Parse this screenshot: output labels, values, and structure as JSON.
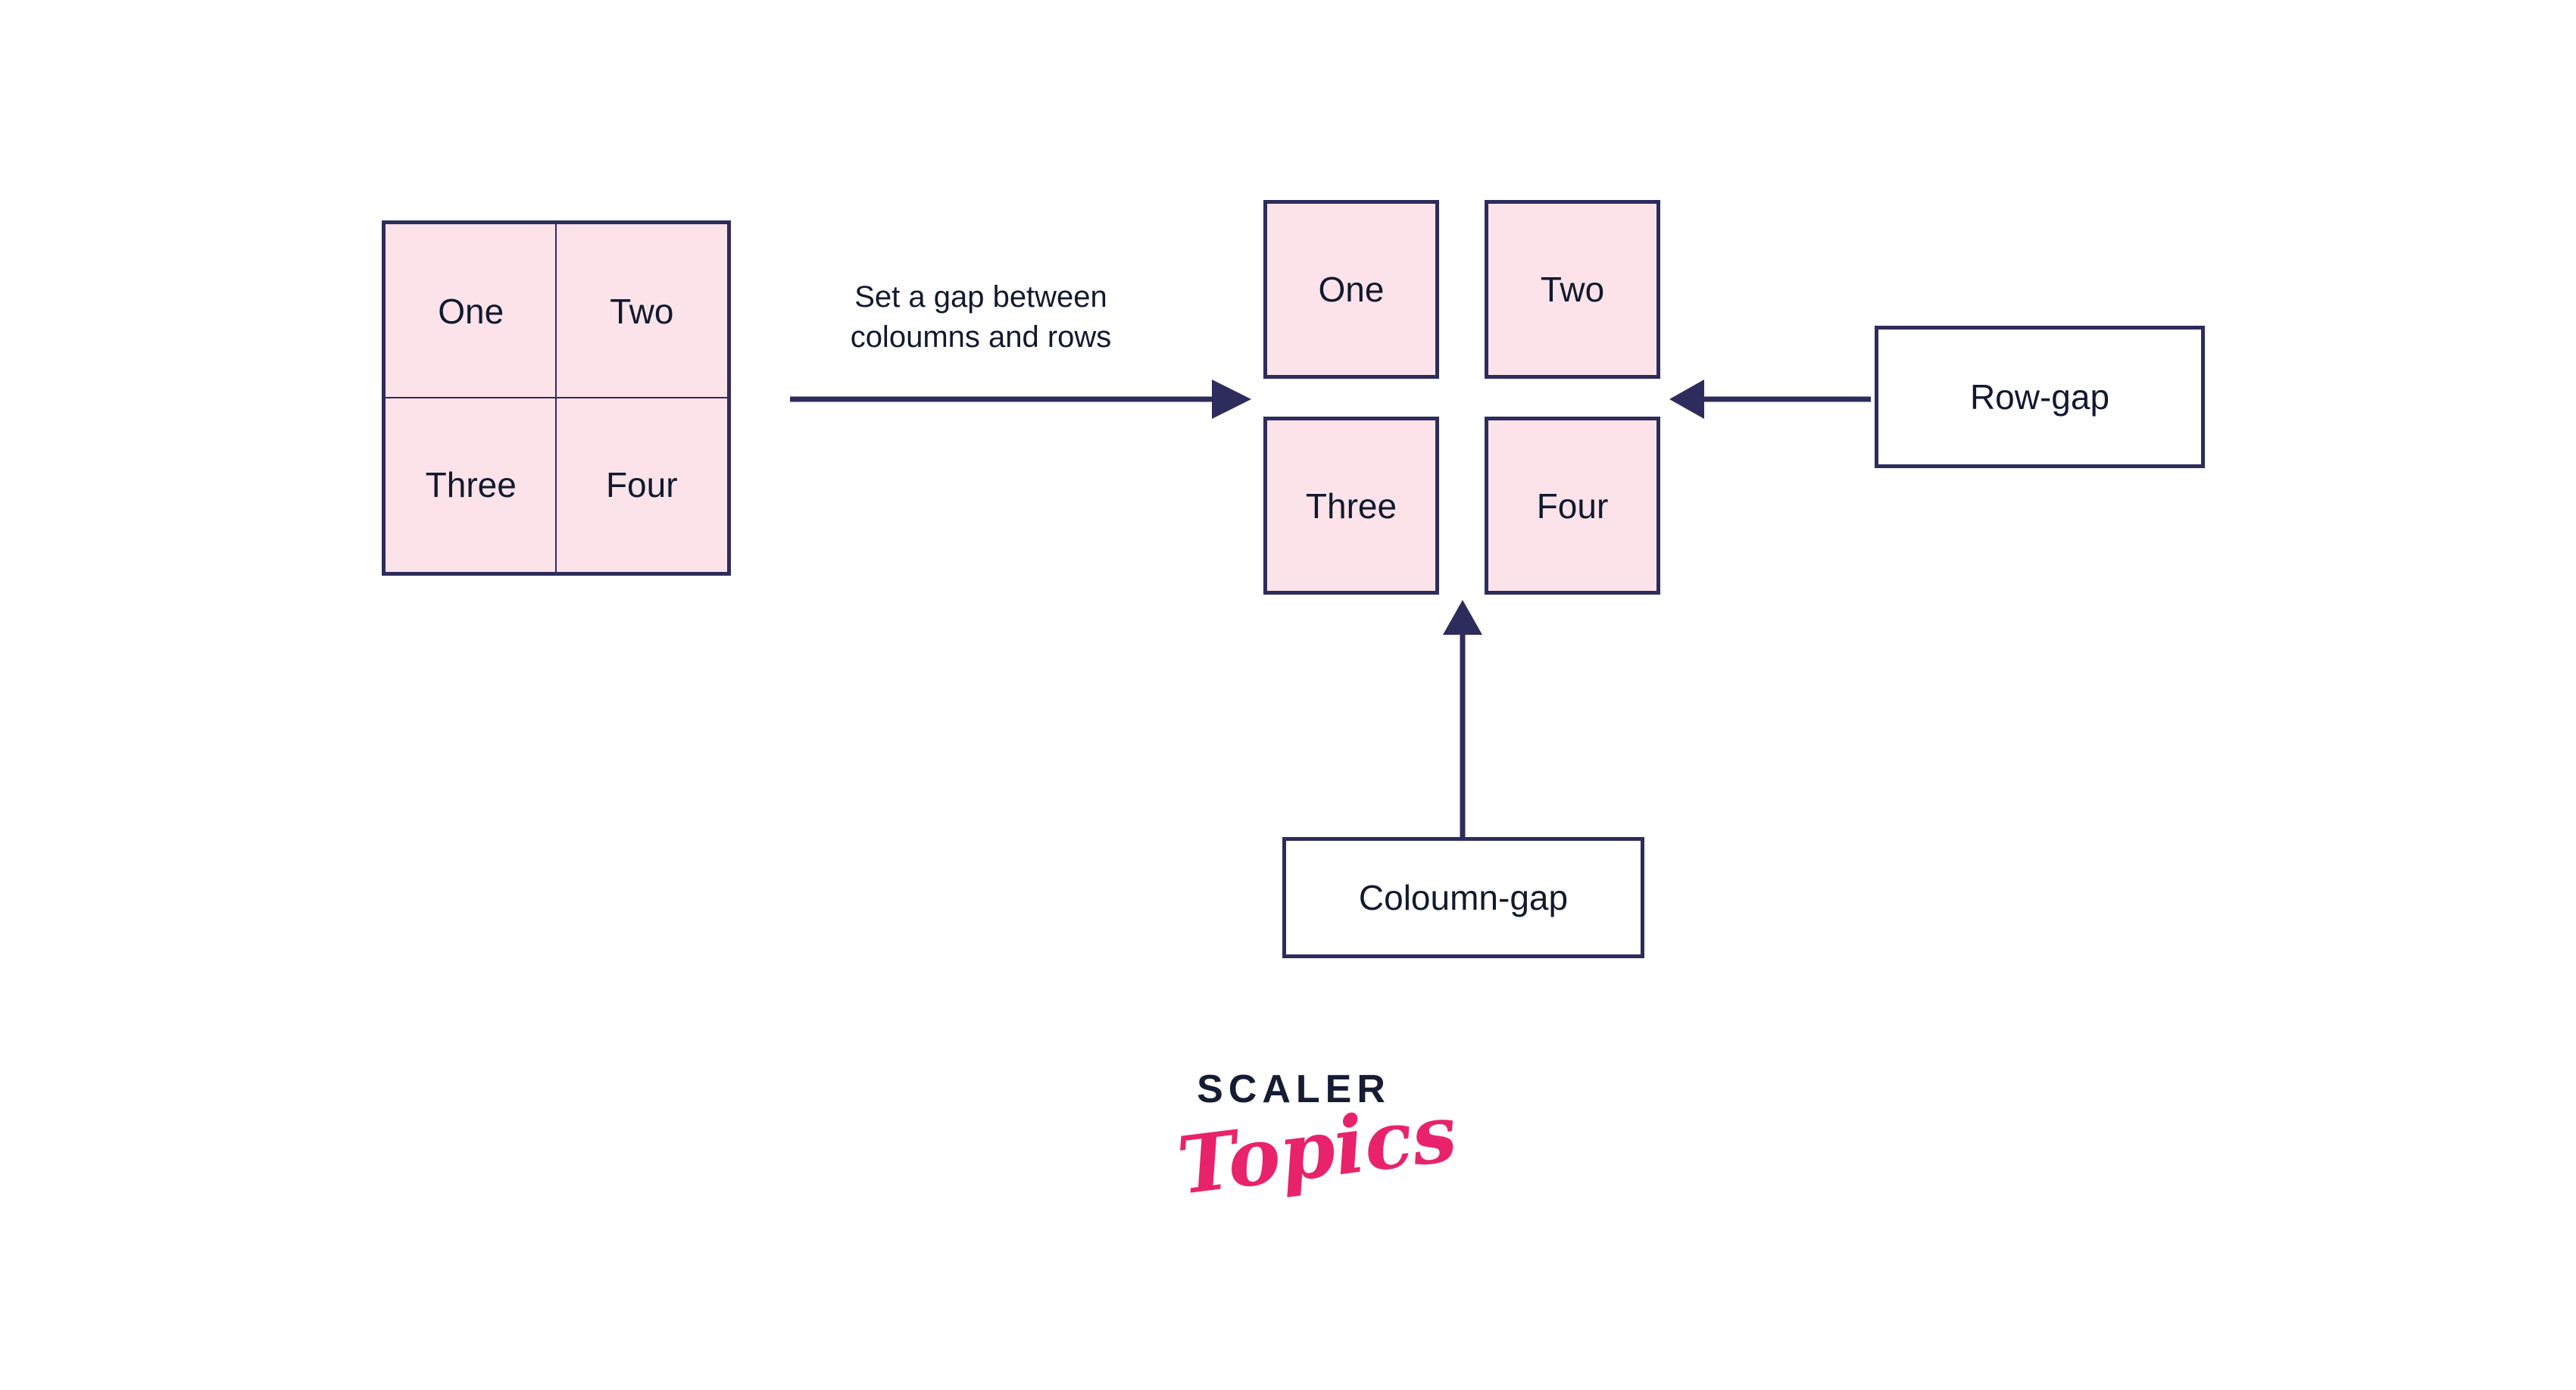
{
  "colors": {
    "stroke": "#2e2c5c",
    "cell_fill": "#fce3e9",
    "text": "#111a2e",
    "logo_dark": "#151c33",
    "logo_pink": "#e8236b",
    "page_background": "#ffffff"
  },
  "diagram": {
    "title_caption": "Set a gap between coloumns and rows",
    "caption_lines": [
      "Set a gap between",
      "coloumns and rows"
    ],
    "grid_no_gap": {
      "name": "grid-without-gap",
      "cells": [
        "One",
        "Two",
        "Three",
        "Four"
      ],
      "columns": 2,
      "rows": 2,
      "gap": "0"
    },
    "grid_with_gap": {
      "name": "grid-with-gap",
      "cells": [
        "One",
        "Two",
        "Three",
        "Four"
      ],
      "columns": 2,
      "rows": 2,
      "column_gap": "60px",
      "row_gap": "50px"
    },
    "annotations": [
      {
        "label": "Row-gap",
        "points_to": "row-gap-space",
        "arrow_direction": "left"
      },
      {
        "label": "Coloumn-gap",
        "points_to": "column-gap-space",
        "arrow_direction": "up"
      }
    ]
  },
  "logo": {
    "wordmark": "SCALER",
    "script": "Topics"
  }
}
